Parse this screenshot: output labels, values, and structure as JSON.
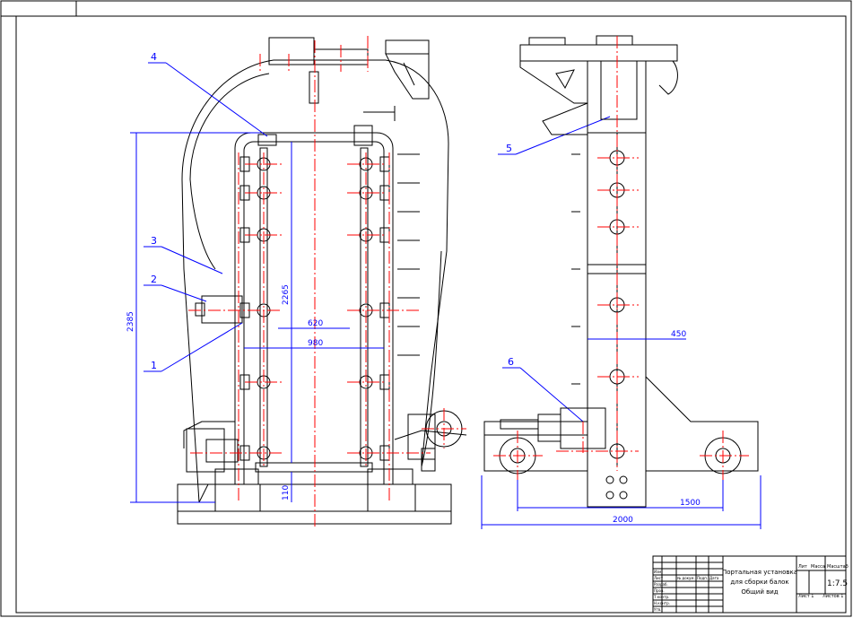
{
  "drawing": {
    "colors": {
      "outline": "#000000",
      "dimension": "#0000ff",
      "centerline": "#ff0000",
      "background": "#ffffff"
    },
    "callouts": [
      "1",
      "2",
      "3",
      "4",
      "5",
      "6"
    ],
    "dimensions": {
      "overall_height": "2385",
      "inner_height": "2265",
      "inner_width": "620",
      "outer_width": "980",
      "base_gap": "110",
      "side_offset": "450",
      "wheel_span": "1500",
      "overall_length": "2000"
    }
  },
  "title_block": {
    "title_line1": "Портальная установка",
    "title_line2": "для сборки балок",
    "subtitle": "Общий вид",
    "scale": "1:7.5",
    "col_lit": "Лит",
    "col_mass": "Масса",
    "col_scale": "Масштаб",
    "sheet": "Лист 1",
    "sheets": "Листов 1",
    "row_labels": [
      "Изм",
      "Разраб.",
      "Пров.",
      "Т.контр.",
      "Н.контр.",
      "Утв."
    ],
    "col_labels": [
      "Лист",
      "№ докум.",
      "Подп.",
      "Дата"
    ]
  }
}
